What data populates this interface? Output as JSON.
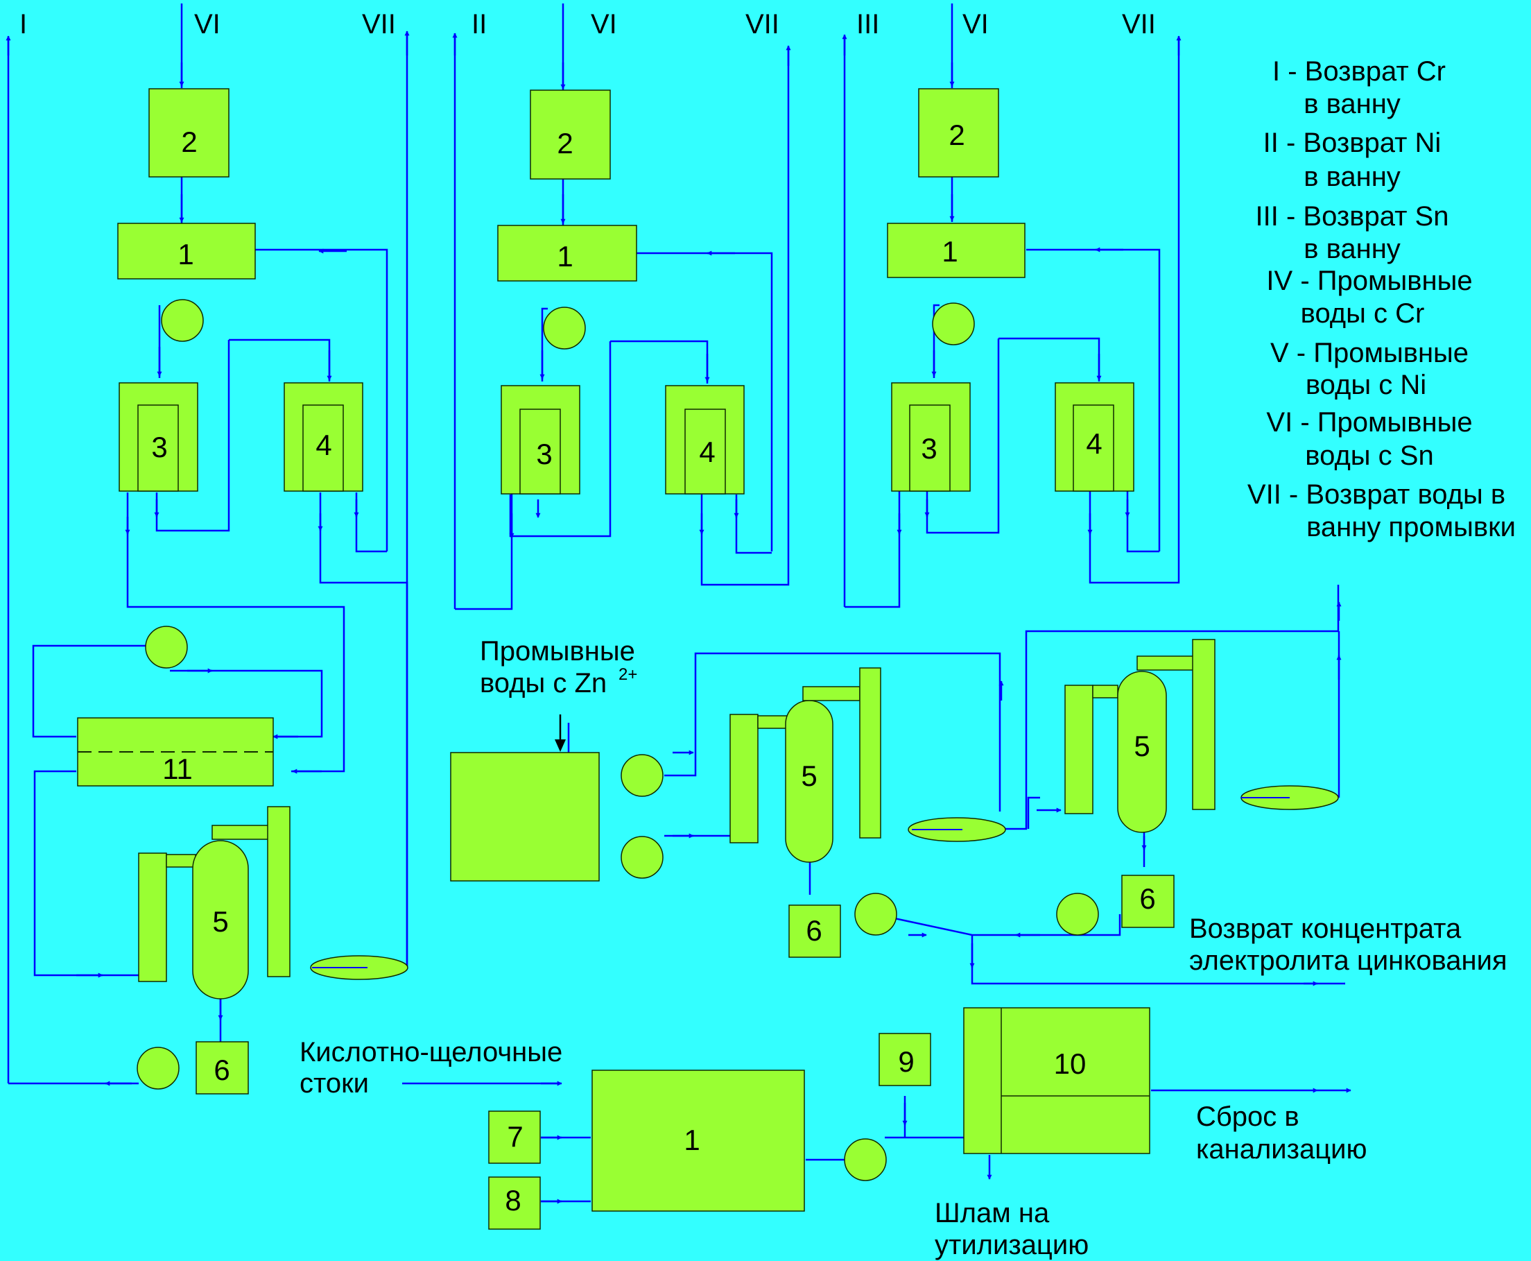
{
  "colors": {
    "background": "#33ffff",
    "unit_fill": "#99ff33",
    "flow_line": "#0000ff",
    "text": "#000000"
  },
  "units": {
    "n1": "1",
    "n2": "2",
    "n3": "3",
    "n4": "4",
    "n5": "5",
    "n6": "6",
    "n7": "7",
    "n8": "8",
    "n9": "9",
    "n10": "10",
    "n11": "11"
  },
  "streams": {
    "s1": "I",
    "s2": "II",
    "s3": "III",
    "s6": "VI",
    "s7": "VII"
  },
  "legend": [
    {
      "l1": "I - Возврат Cr",
      "l2": "в ванну"
    },
    {
      "l1": "II - Возврат Ni",
      "l2": "в ванну"
    },
    {
      "l1": "III - Возврат Sn",
      "l2": "в ванну"
    },
    {
      "l1": "IV - Промывные",
      "l2": "воды с Cr"
    },
    {
      "l1": "V - Промывные",
      "l2": "воды с Ni"
    },
    {
      "l1": "VI - Промывные",
      "l2": "воды с Sn"
    },
    {
      "l1": "VII - Возврат воды в",
      "l2": "ванну промывки"
    }
  ],
  "notes": {
    "zinc_l1": "Промывные",
    "zinc_l2": "воды с Zn",
    "zinc_sup": "2+",
    "return_l1": "Возврат концентрата",
    "return_l2": "электролита цинкования",
    "acid_l1": "Кислотно-щелочные",
    "acid_l2": "стоки",
    "discharge_l1": "Сброс в",
    "discharge_l2": "канализацию",
    "sludge_l1": "Шлам на",
    "sludge_l2": "утилизацию"
  }
}
